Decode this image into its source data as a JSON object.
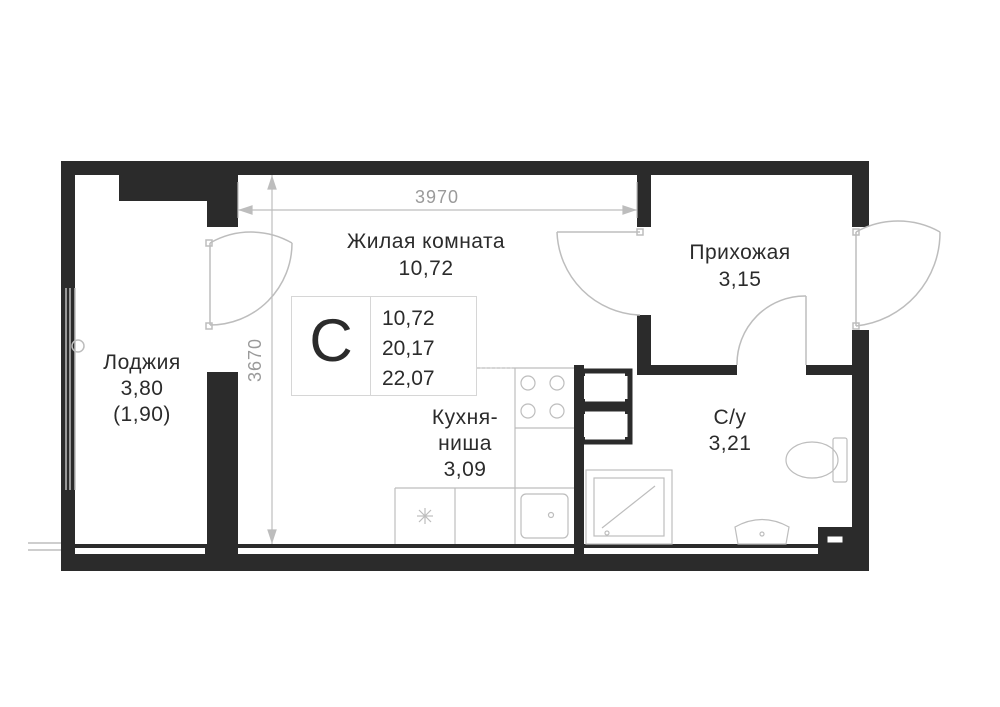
{
  "rooms": {
    "living": {
      "name": "Жилая комната",
      "area": "10,72"
    },
    "hall": {
      "name": "Прихожая",
      "area": "3,15"
    },
    "loggia": {
      "name": "Лоджия",
      "area": "3,80",
      "area_reduced": "(1,90)"
    },
    "kitchen": {
      "name_line1": "Кухня-",
      "name_line2": "ниша",
      "area": "3,09"
    },
    "bathroom": {
      "name": "С/у",
      "area": "3,21"
    }
  },
  "legend": {
    "type": "С",
    "living_area": "10,72",
    "total_area": "20,17",
    "total_with_loggia": "22,07"
  },
  "dimensions": {
    "width": "3970",
    "depth": "3670"
  },
  "colors": {
    "wall": "#2b2b2b",
    "line": "#bdbdbd",
    "text": "#2b2b2b",
    "dim_text": "#9a9a9a"
  }
}
